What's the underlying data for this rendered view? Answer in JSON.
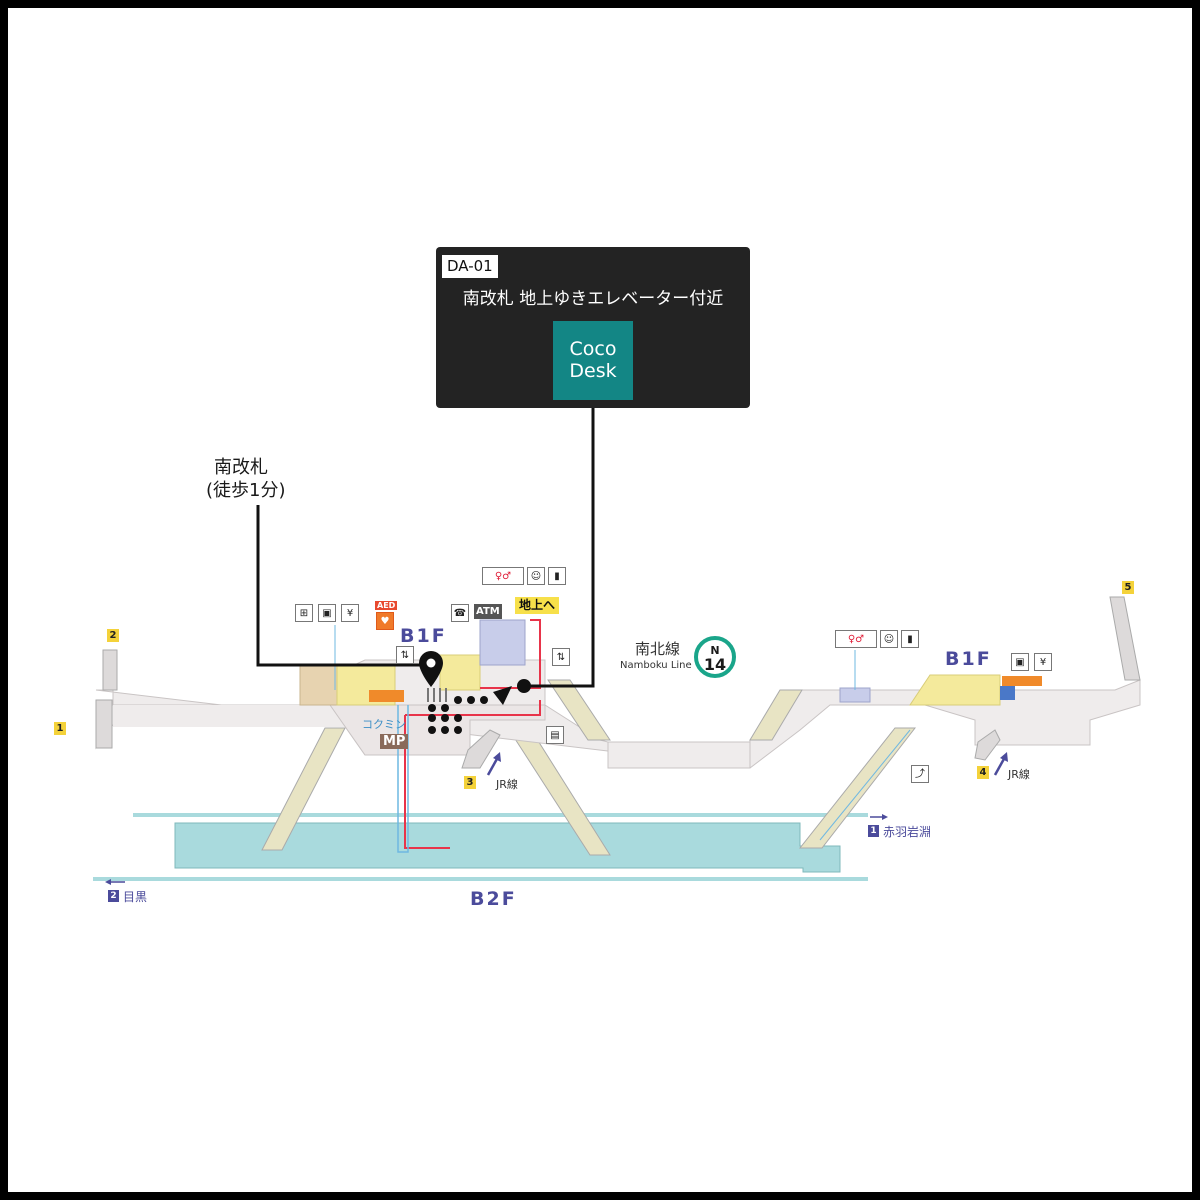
{
  "callout": {
    "id": "DA-01",
    "title": "南改札 地上ゆきエレベーター付近",
    "logo_line1": "Coco",
    "logo_line2": "Desk",
    "logo_color": "#138685"
  },
  "gate_label": {
    "line1": "南改札",
    "line2": "(徒歩1分)"
  },
  "floors": {
    "b1f_left": "B1F",
    "b1f_right": "B1F",
    "b2f": "B2F"
  },
  "line_badge": {
    "name_jp": "南北線",
    "name_en": "Namboku Line",
    "letter": "N",
    "number": "14",
    "color": "#1aa58a"
  },
  "exits": [
    {
      "number": "1"
    },
    {
      "number": "2"
    },
    {
      "number": "3"
    },
    {
      "number": "4"
    },
    {
      "number": "5"
    }
  ],
  "jr_left": "JR線",
  "jr_right": "JR線",
  "to_ground": "地上へ",
  "kocomin": "コクミン",
  "mp": "MP",
  "aed": "AED",
  "atm": "ATM",
  "directions": {
    "akabane": {
      "num": "1",
      "label": "赤羽岩淵"
    },
    "meguro": {
      "num": "2",
      "label": "目黒"
    }
  },
  "colors": {
    "floor_text": "#4b4b9b",
    "exit_yellow": "#f4d23a",
    "platform": "#a9dadd",
    "concourse": "#efecec",
    "route_red": "#e8344a",
    "route_blue": "#6fb8e2"
  }
}
